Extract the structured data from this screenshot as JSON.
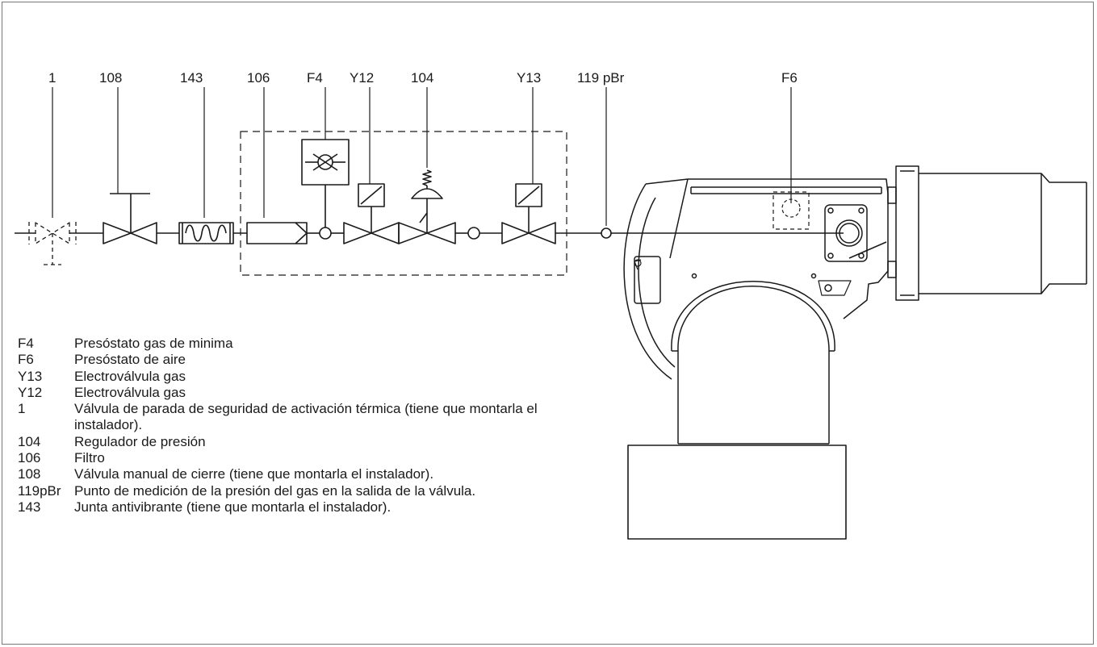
{
  "labels": {
    "l1": "1",
    "l108": "108",
    "l143": "143",
    "l106": "106",
    "lF4": "F4",
    "lY12": "Y12",
    "l104": "104",
    "lY13": "Y13",
    "l119": "119 pBr",
    "lF6": "F6"
  },
  "legend": [
    {
      "code": "F4",
      "desc": "Presóstato gas de minima"
    },
    {
      "code": "F6",
      "desc": "Presóstato de aire"
    },
    {
      "code": "Y13",
      "desc": "Electroválvula gas"
    },
    {
      "code": "Y12",
      "desc": "Electroválvula gas"
    },
    {
      "code": "1",
      "desc": "Válvula de parada de seguridad de activación térmica (tiene que montarla el instalador)."
    },
    {
      "code": "104",
      "desc": "Regulador de presión"
    },
    {
      "code": "106",
      "desc": "Filtro"
    },
    {
      "code": "108",
      "desc": "Válvula manual de cierre (tiene que montarla el instalador)."
    },
    {
      "code": "119pBr",
      "desc": "Punto de medición de la presión del gas en la salida de la válvula."
    },
    {
      "code": "143",
      "desc": "Junta antivibrante (tiene que montarla el instalador)."
    }
  ],
  "colors": {
    "line": "#1a1a1a",
    "frame": "#777777"
  }
}
